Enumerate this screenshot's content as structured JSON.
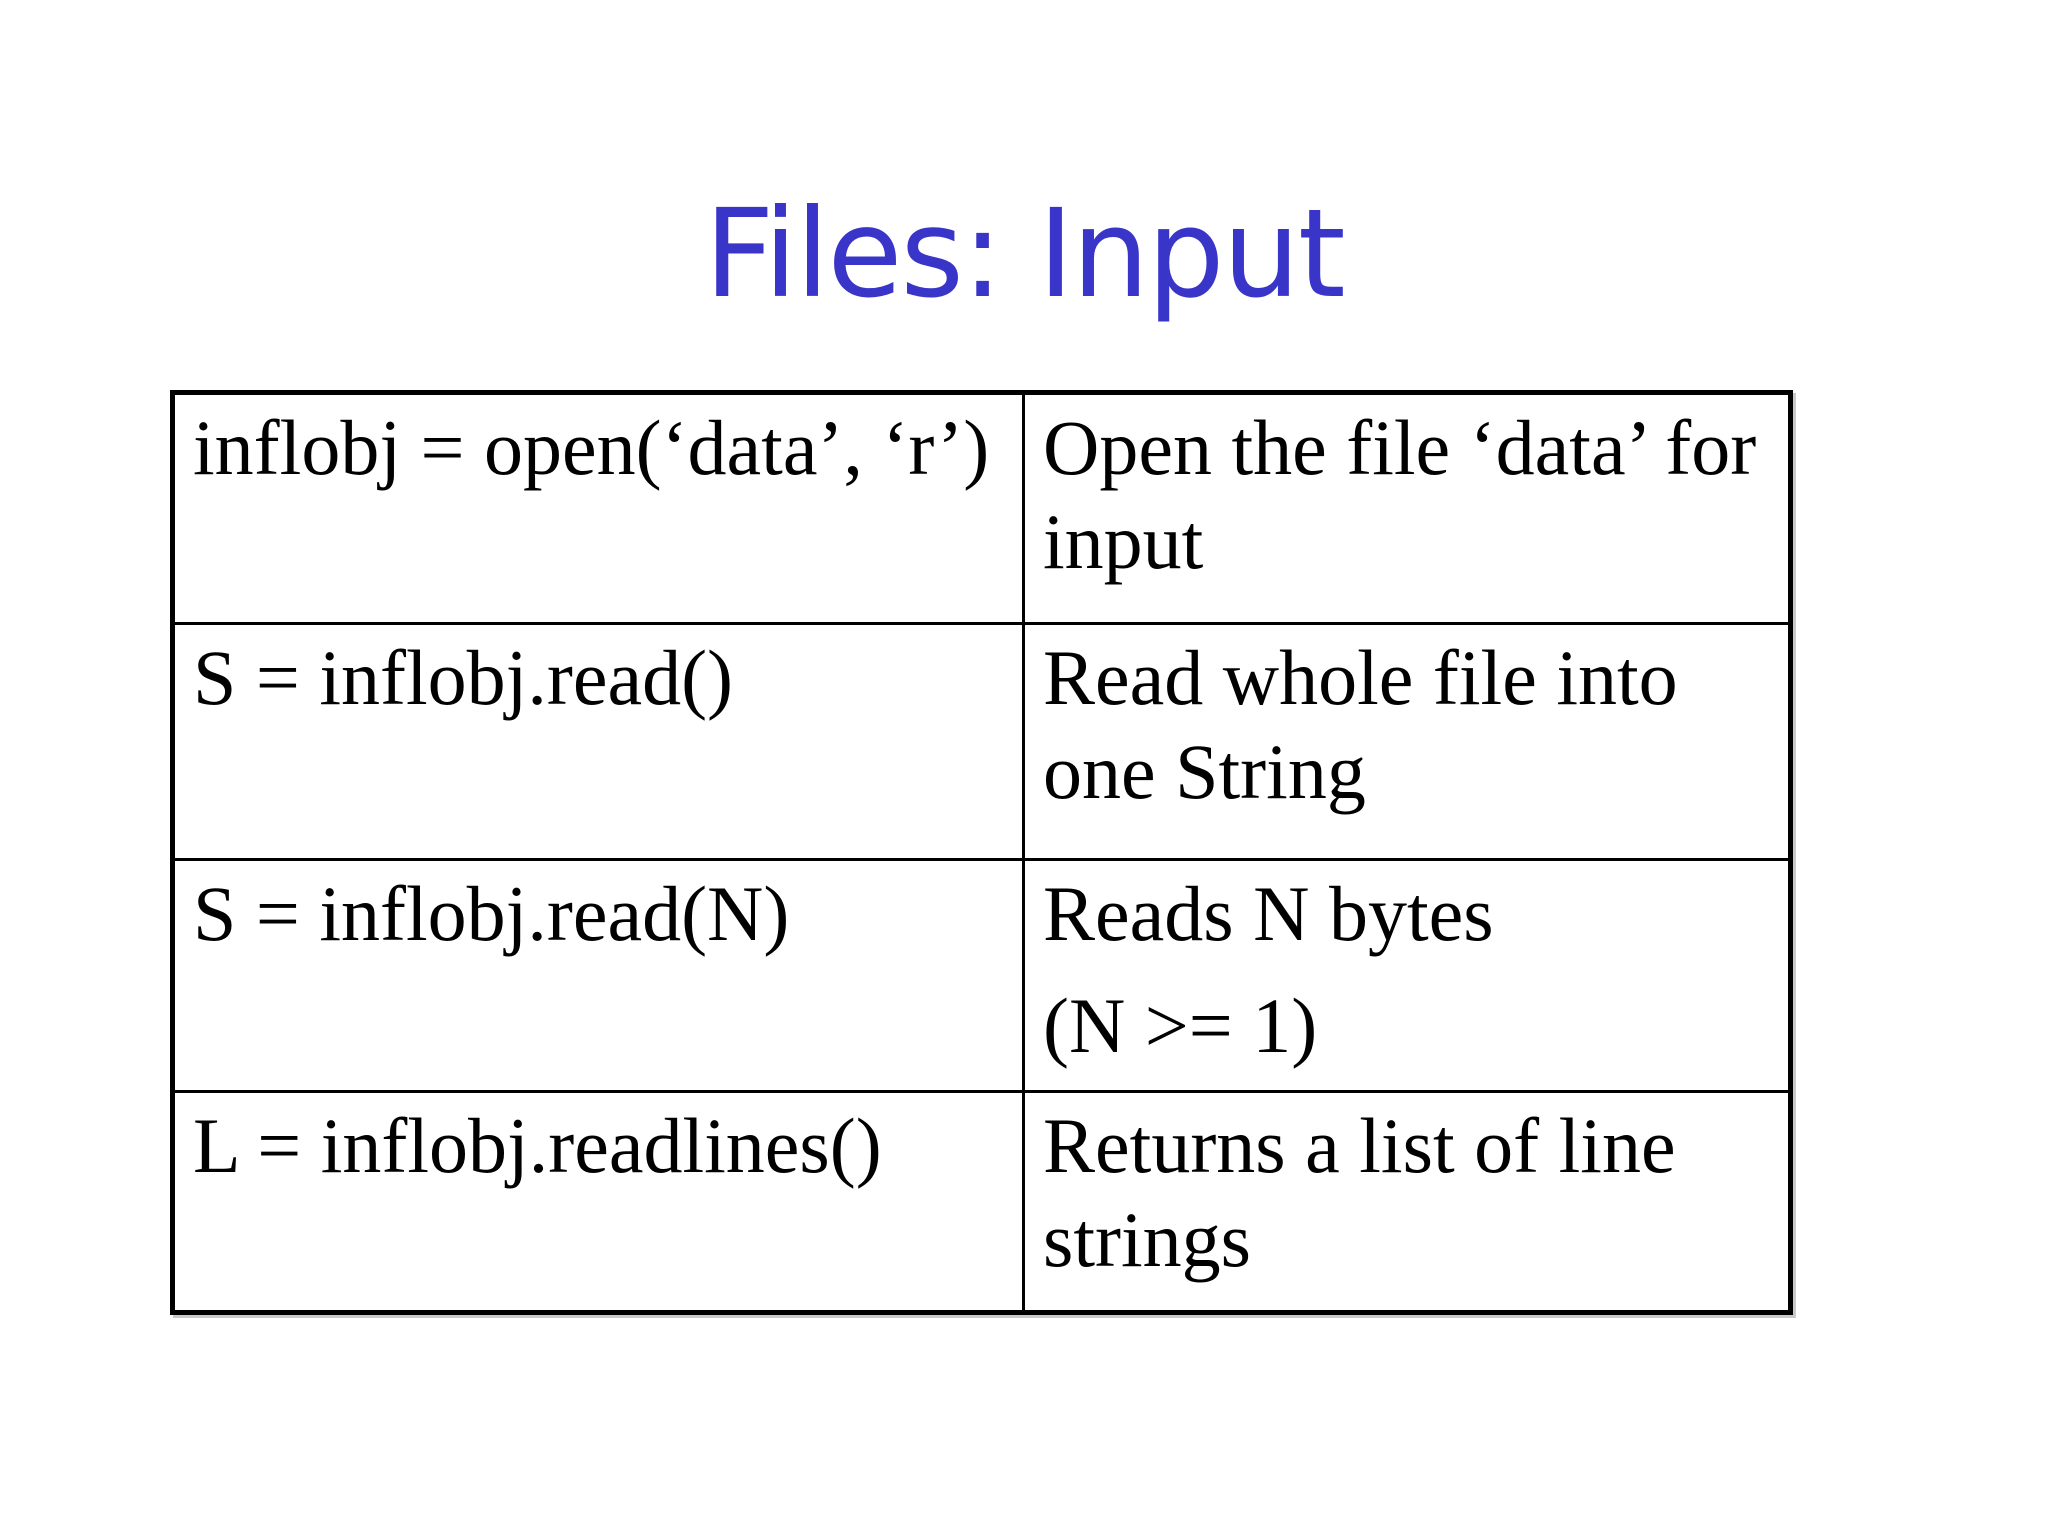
{
  "slide": {
    "title": "Files: Input"
  },
  "colors": {
    "title_blue": "#3a35c9",
    "table_border": "#000000",
    "text": "#000000",
    "background": "#ffffff"
  },
  "table": {
    "rows": [
      {
        "code": "inflobj = open(‘data’, ‘r’)",
        "desc_lines": [
          "Open the file ‘data’ for input"
        ]
      },
      {
        "code": "S = inflobj.read()",
        "desc_lines": [
          "Read whole file into one String"
        ]
      },
      {
        "code": "S = inflobj.read(N)",
        "desc_lines": [
          "Reads N bytes",
          "(N >= 1)"
        ]
      },
      {
        "code": "L = inflobj.readlines()",
        "desc_lines": [
          "Returns a list of line strings"
        ]
      }
    ]
  }
}
